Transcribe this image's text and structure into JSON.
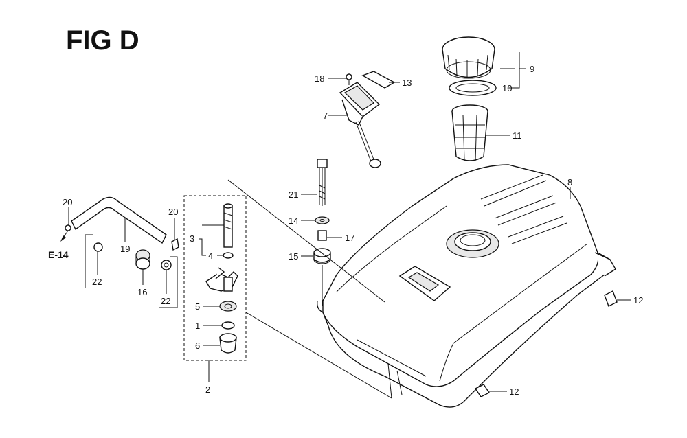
{
  "title": "FIG D",
  "ref": "E-14",
  "labels": {
    "p1": "1",
    "p2": "2",
    "p3": "3",
    "p4": "4",
    "p5": "5",
    "p6": "6",
    "p7": "7",
    "p8": "8",
    "p9": "9",
    "p10": "10",
    "p11": "11",
    "p12a": "12",
    "p12b": "12",
    "p13": "13",
    "p14": "14",
    "p15": "15",
    "p16": "16",
    "p17": "17",
    "p18": "18",
    "p19": "19",
    "p20a": "20",
    "p20b": "20",
    "p21": "21",
    "p22a": "22",
    "p22b": "22"
  }
}
